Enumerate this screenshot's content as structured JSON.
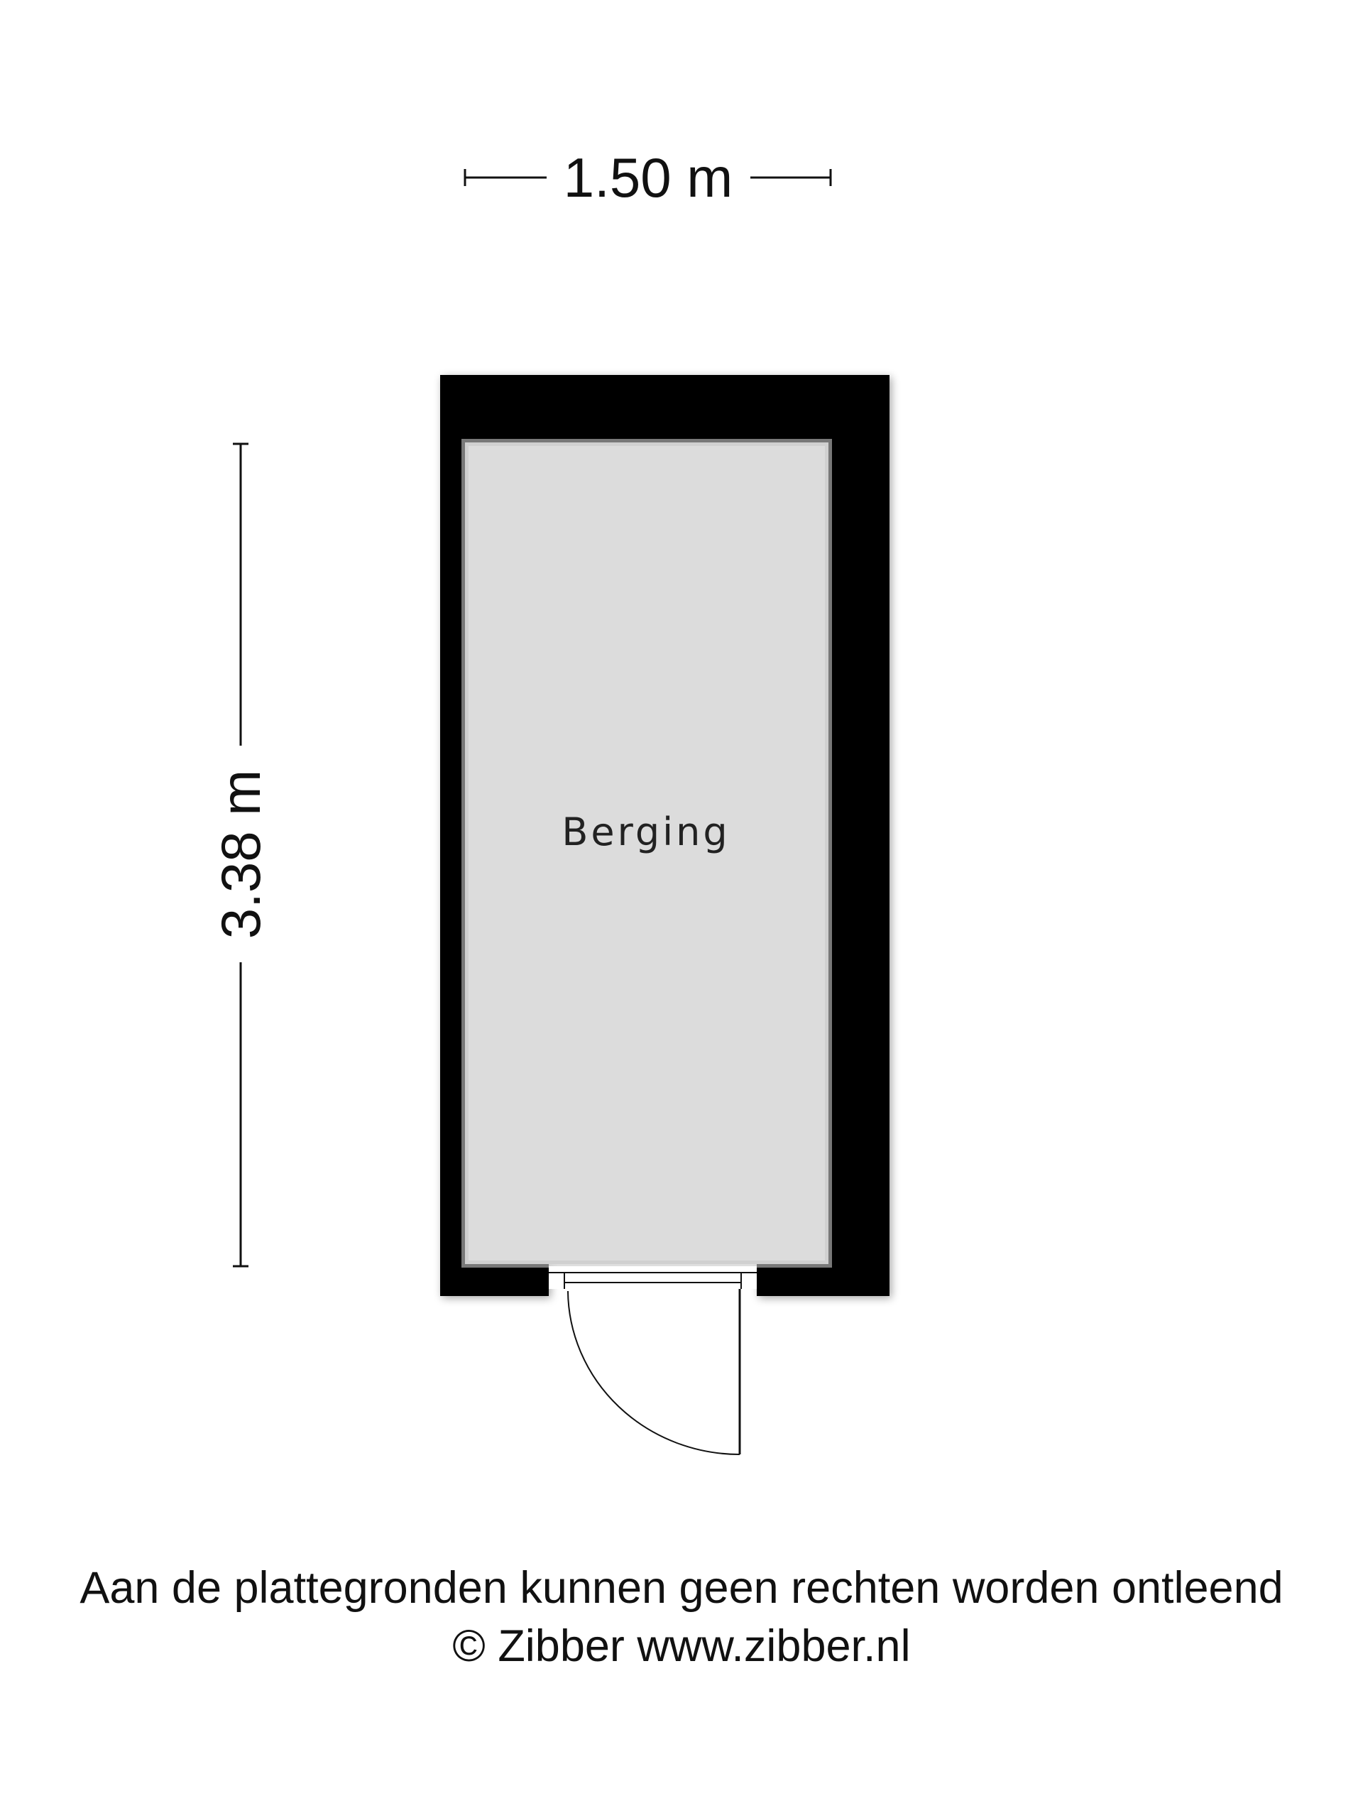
{
  "floorplan": {
    "width_label": "1.50 m",
    "height_label": "3.38 m",
    "room_name": "Berging",
    "colors": {
      "wall": "#000000",
      "floor": "#dcdcdc",
      "line": "#111111",
      "background": "#ffffff"
    }
  },
  "footer": {
    "disclaimer": "Aan de plattegronden kunnen geen rechten worden ontleend",
    "copyright": "© Zibber www.zibber.nl"
  }
}
